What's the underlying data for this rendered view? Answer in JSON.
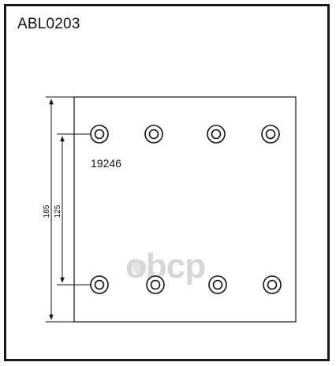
{
  "title": "ABL0203",
  "reference_number": "19246",
  "dimensions": {
    "outer_height": "185",
    "hole_spacing": "125"
  },
  "watermark": "obcp",
  "colors": {
    "line": "#111111",
    "frame": "#1a1a1a",
    "watermark": "#d7d7d7",
    "background": "#ffffff"
  }
}
